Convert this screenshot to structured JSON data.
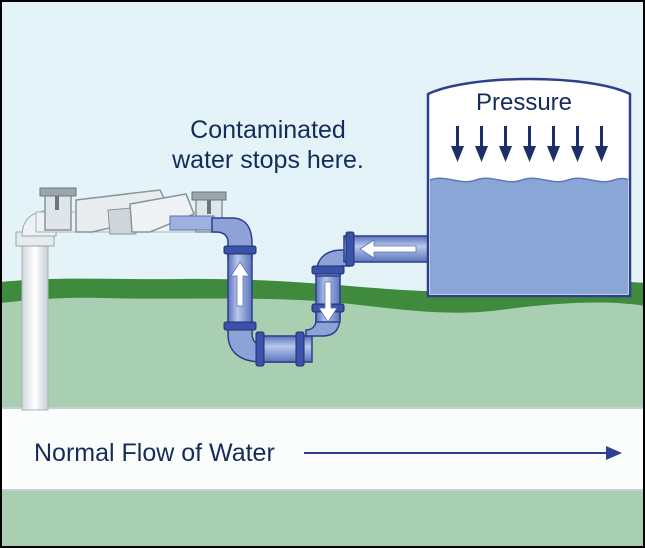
{
  "labels": {
    "contaminated_line1": "Contaminated",
    "contaminated_line2": "water stops here.",
    "pressure": "Pressure",
    "normal_flow": "Normal Flow of Water"
  },
  "colors": {
    "sky": "#e4f3f7",
    "ground_top": "#3f8a3c",
    "ground": "#a9cfb2",
    "main_pipe": "#fbfdfd",
    "pipe_dark": "#2d3f8e",
    "pipe_light": "#6f86c8",
    "pipe_body": "#8da3d8",
    "tank_water": "#8aa6d6",
    "tank_body": "#ffffff",
    "text": "#132c5a"
  },
  "icons": [
    "down-arrow-icon",
    "up-arrow-icon",
    "left-arrow-icon",
    "right-arrow-icon",
    "valve-icon"
  ]
}
